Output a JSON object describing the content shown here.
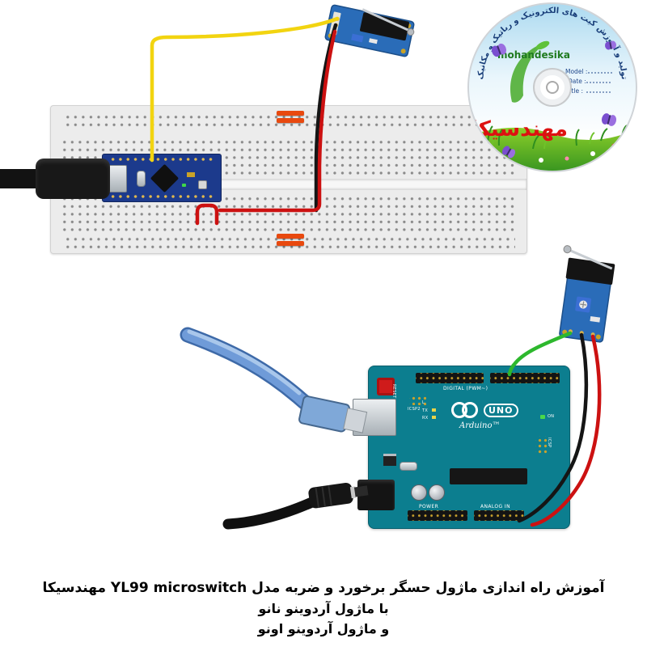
{
  "page": {
    "background": "#ffffff"
  },
  "cd": {
    "arc_text": "تولید و آموزش کیت های الکترونیک و رباتیک و مکانیک",
    "brand": "mohandesika",
    "calligraphy": "مهندسیکا",
    "fields": {
      "model": "Model :",
      "date": "Date :",
      "title": "Title :"
    }
  },
  "uno": {
    "reset": "RESET",
    "icsp2": "ICSP2",
    "digital": "DIGITAL (PWM~)",
    "tx": "TX",
    "rx": "RX",
    "l": "L",
    "on": "ON",
    "logo_uno": "UNO",
    "brand": "Arduino™",
    "icsp": "ICSP",
    "power": "POWER",
    "analog": "ANALOG IN"
  },
  "caption": {
    "line1": "آموزش راه اندازی ماژول حسگر برخورد و ضربه مدل  YL99 microswitch مهندسیکا",
    "line2": "با ماژول آردوینو نانو",
    "line3": "و ماژول آردوینو اونو"
  },
  "colors": {
    "wire_yellow": "#f2d410",
    "wire_red": "#cc1111",
    "wire_black": "#151515",
    "wire_green": "#2db82d",
    "module_pcb": "#2a6cb8",
    "nano_pcb": "#1c3a8c",
    "uno_pcb": "#0c7e8f",
    "cd_red_text": "#dd1111",
    "cd_green_text": "#1f7a1f"
  }
}
